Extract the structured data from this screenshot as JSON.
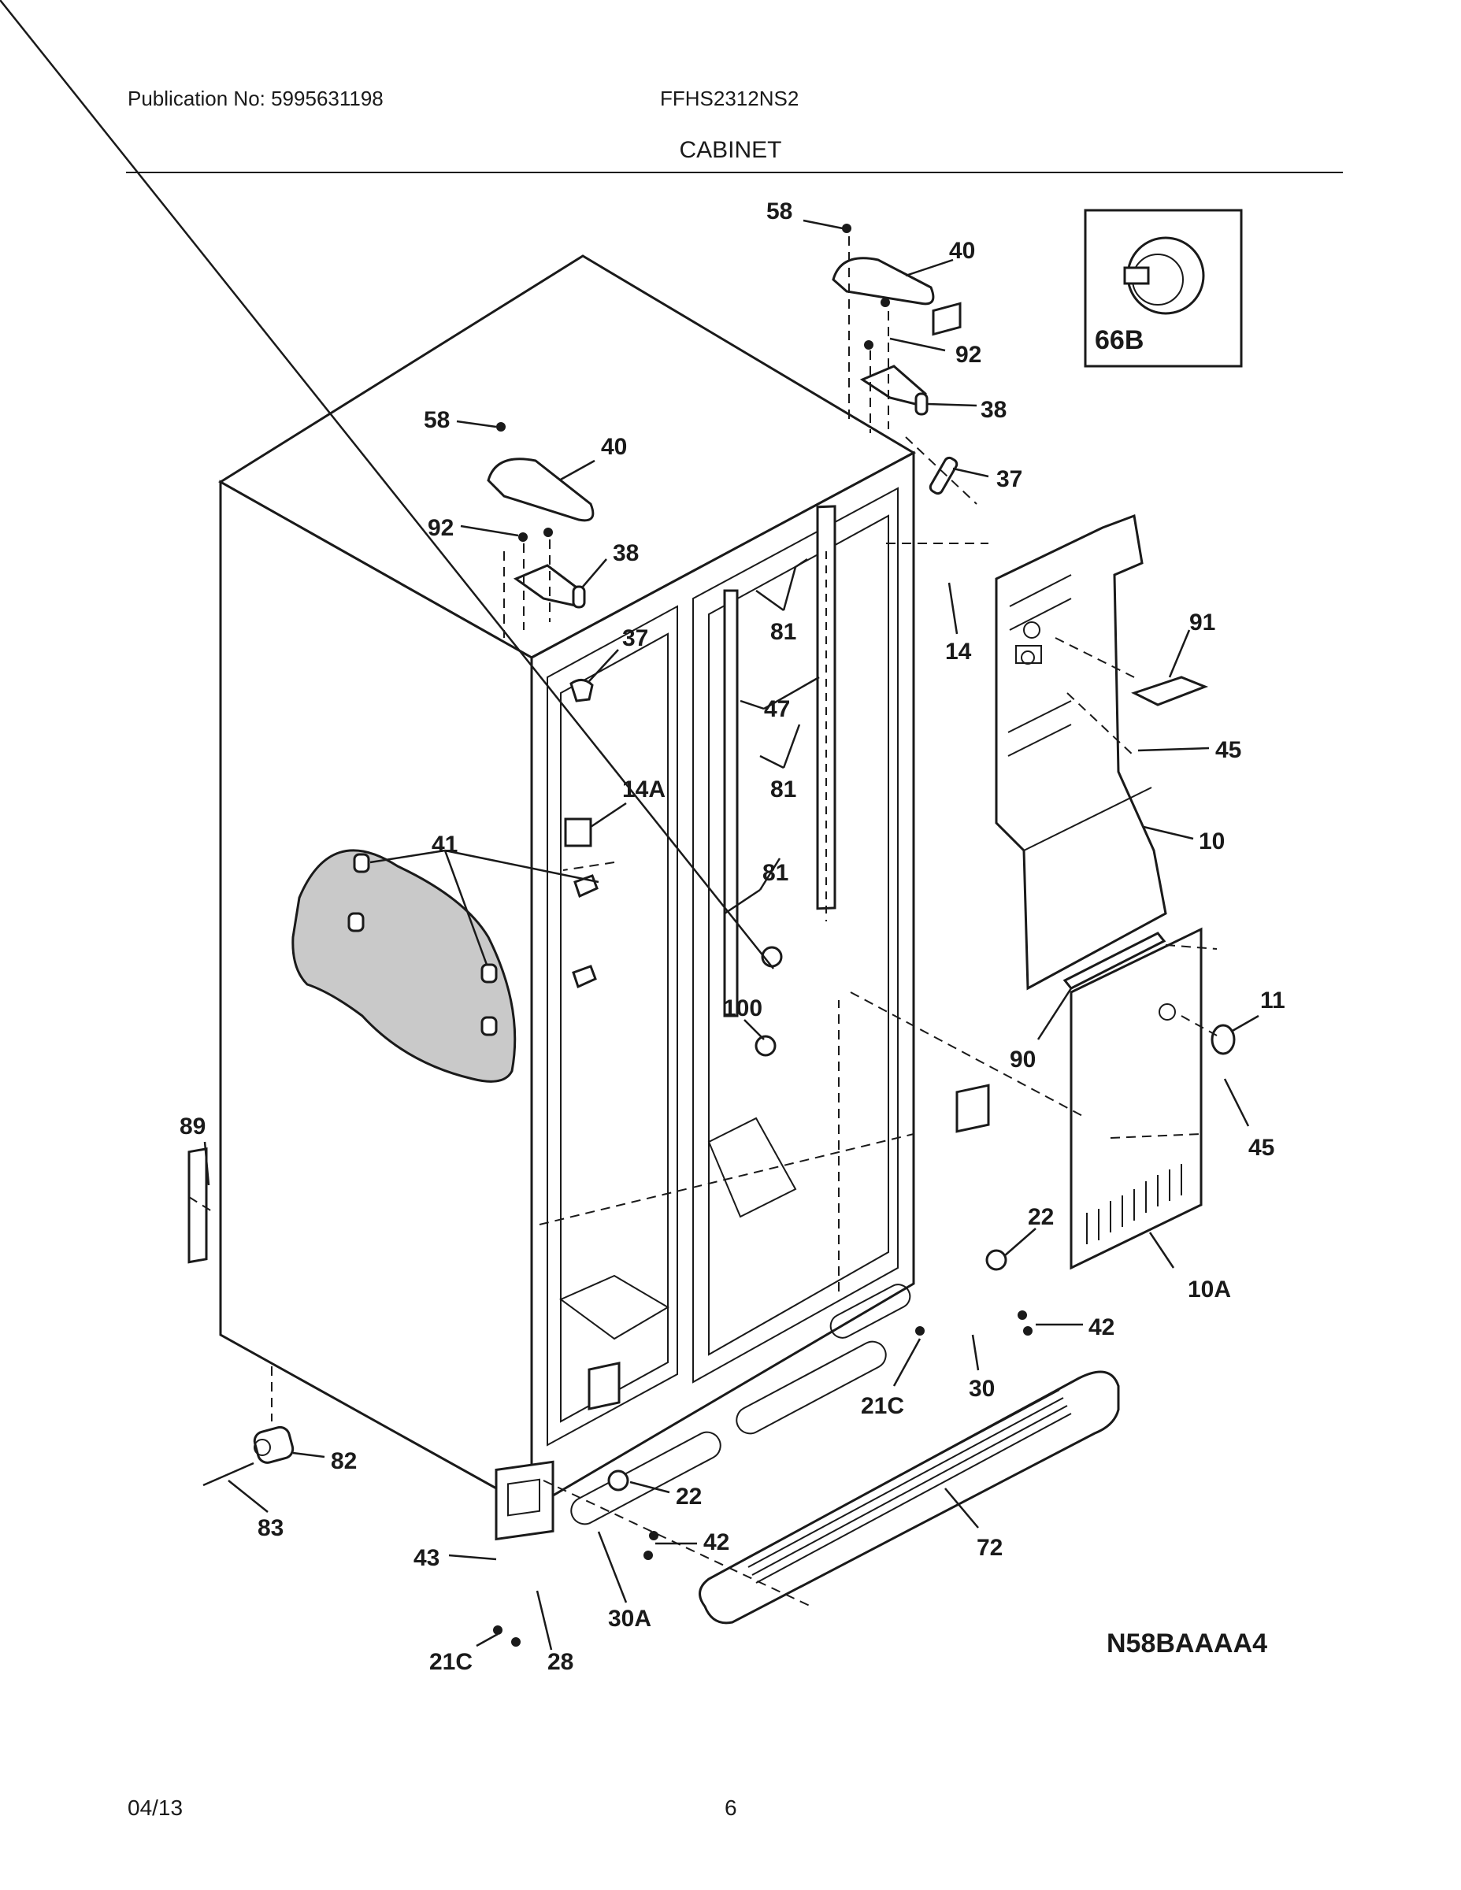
{
  "header": {
    "publication": "Publication No: 5995631198",
    "model": "FFHS2312NS2",
    "section_title": "CABINET"
  },
  "diagram": {
    "diagram_code": "N58BAAAA4",
    "callouts": {
      "c58a": "58",
      "c40a": "40",
      "c92a": "92",
      "c38a": "38",
      "c37a": "37",
      "c58b": "58",
      "c40b": "40",
      "c92b": "92",
      "c38b": "38",
      "c37b": "37",
      "c66b": "66B",
      "c14": "14",
      "c91": "91",
      "c45a": "45",
      "c10": "10",
      "c81a": "81",
      "c47": "47",
      "c81b": "81",
      "c81c": "81",
      "c14a": "14A",
      "c41": "41",
      "c100": "100",
      "c11": "11",
      "c90": "90",
      "c45b": "45",
      "c89": "89",
      "c22a": "22",
      "c42a": "42",
      "c10a": "10A",
      "c30": "30",
      "c21ca": "21C",
      "c82": "82",
      "c83": "83",
      "c22b": "22",
      "c42b": "42",
      "c43": "43",
      "c72": "72",
      "c30a": "30A",
      "c21cb": "21C",
      "c28": "28"
    }
  },
  "footer": {
    "date": "04/13",
    "page": "6"
  }
}
